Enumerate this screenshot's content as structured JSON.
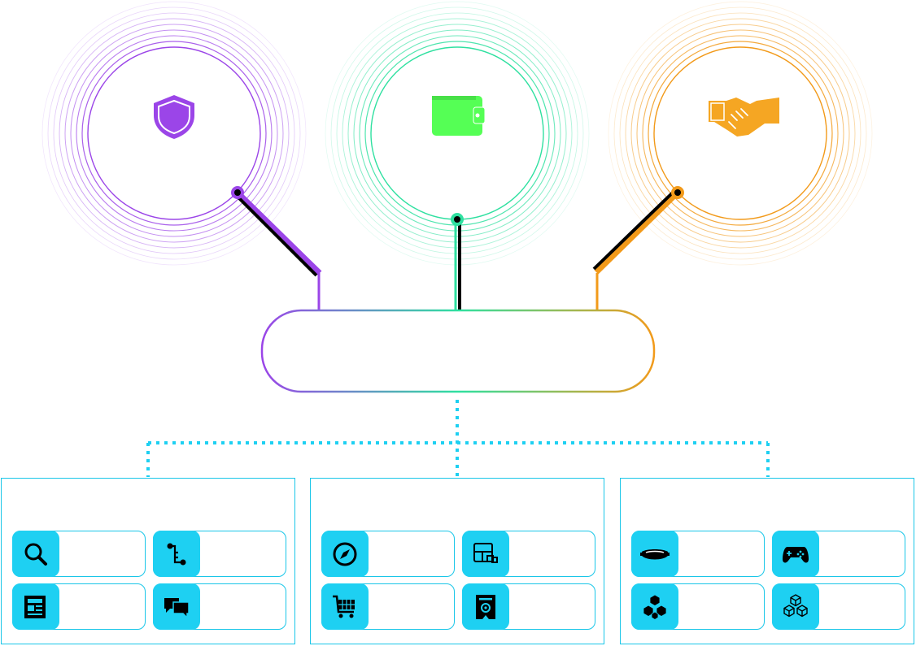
{
  "colors": {
    "purple": "#9b45e8",
    "green": "#2fe0a0",
    "orange": "#f29a1a",
    "cyan": "#1ed0f2",
    "dark": "#000000"
  },
  "nodes": [
    {
      "id": "security",
      "icon": "shield-icon",
      "label": ""
    },
    {
      "id": "payments",
      "icon": "wallet-icon",
      "label": ""
    },
    {
      "id": "trust",
      "icon": "handshake-icon",
      "label": ""
    }
  ],
  "hub": {
    "label": ""
  },
  "panels": [
    {
      "title": "",
      "items": [
        {
          "icon": "search-icon",
          "label": ""
        },
        {
          "icon": "git-branch-icon",
          "label": ""
        },
        {
          "icon": "newspaper-icon",
          "label": ""
        },
        {
          "icon": "chat-icon",
          "label": ""
        }
      ]
    },
    {
      "title": "",
      "items": [
        {
          "icon": "compass-icon",
          "label": ""
        },
        {
          "icon": "dashboard-icon",
          "label": ""
        },
        {
          "icon": "shopping-cart-icon",
          "label": ""
        },
        {
          "icon": "certificate-icon",
          "label": ""
        }
      ]
    },
    {
      "title": "",
      "items": [
        {
          "icon": "vr-headset-icon",
          "label": ""
        },
        {
          "icon": "gamepad-icon",
          "label": ""
        },
        {
          "icon": "blockchain-cubes-icon",
          "label": ""
        },
        {
          "icon": "nft-cubes-icon",
          "label": ""
        }
      ]
    }
  ]
}
